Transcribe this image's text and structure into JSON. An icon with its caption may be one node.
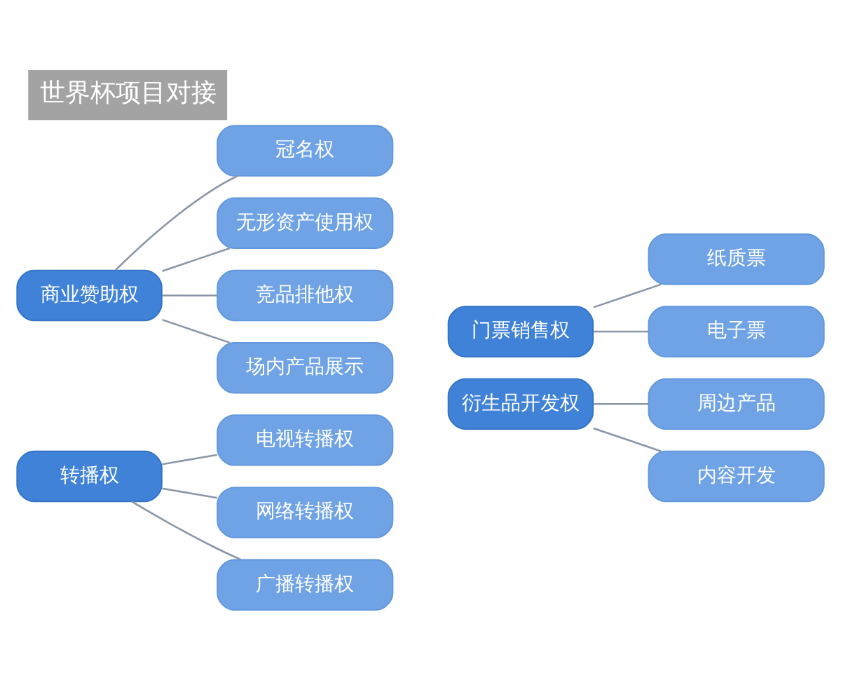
{
  "diagram": {
    "title": "世界杯项目对接",
    "nodes": [
      {
        "text": [
          "商业赞助权"
        ]
      },
      {
        "text": [
          "冠名权"
        ]
      },
      {
        "text": [
          "无形资产使用权"
        ]
      },
      {
        "text": [
          "竞品排他权"
        ]
      },
      {
        "text": [
          "场内产品展示"
        ]
      },
      {
        "text": [
          "转播权"
        ]
      },
      {
        "text": [
          "电视转播权"
        ]
      },
      {
        "text": [
          "网络转播权"
        ]
      },
      {
        "text": [
          "广播转播权"
        ]
      },
      {
        "text": [
          "门票销售权"
        ]
      },
      {
        "text": [
          "纸质票"
        ]
      },
      {
        "text": [
          "电子票"
        ]
      },
      {
        "text": [
          "衍生品开发权"
        ]
      },
      {
        "text": [
          "周边产品"
        ]
      },
      {
        "text": [
          "内容开发"
        ]
      }
    ],
    "edges": [
      {
        "from": 0,
        "to": 1,
        "arrow": "none"
      },
      {
        "from": 0,
        "to": 2,
        "arrow": "none"
      },
      {
        "from": 0,
        "to": 3,
        "arrow": "none"
      },
      {
        "from": 0,
        "to": 4,
        "arrow": "none"
      },
      {
        "from": 5,
        "to": 6,
        "arrow": "none"
      },
      {
        "from": 5,
        "to": 7,
        "arrow": "none"
      },
      {
        "from": 5,
        "to": 8,
        "arrow": "none"
      },
      {
        "from": 9,
        "to": 10,
        "arrow": "none"
      },
      {
        "from": 9,
        "to": 11,
        "arrow": "none"
      },
      {
        "from": 12,
        "to": 13,
        "arrow": "none"
      },
      {
        "from": 12,
        "to": 14,
        "arrow": "none"
      }
    ]
  }
}
